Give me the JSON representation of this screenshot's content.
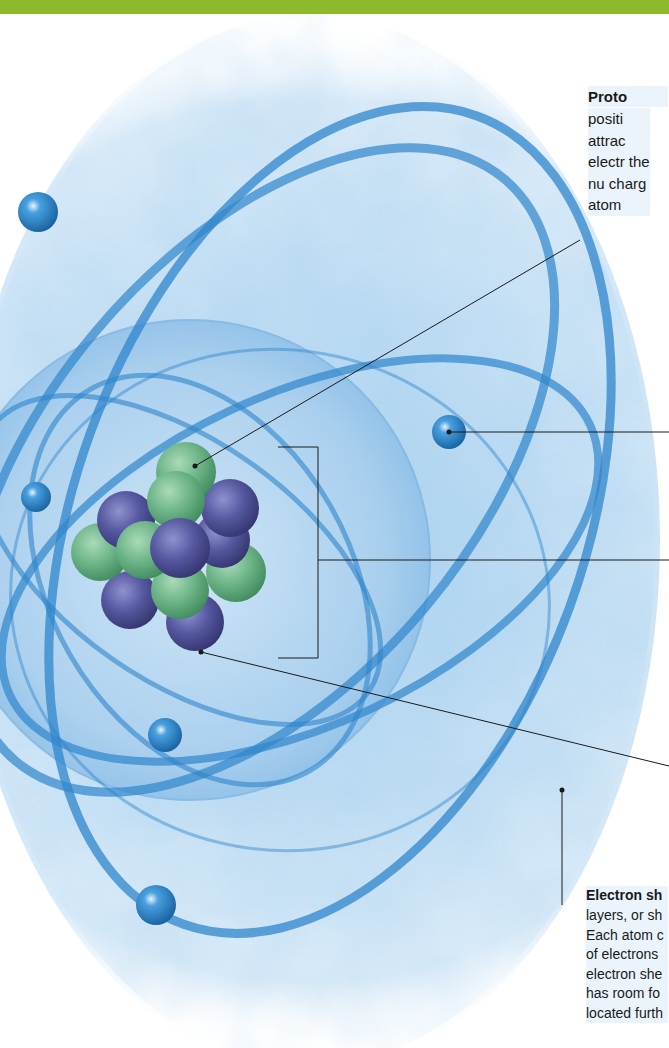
{
  "diagram": {
    "labels": [
      "Proto",
      "positi attrac electr the nu charg atom",
      "Electron sh",
      "layers, or sh Each atom c of electrons electron she has room fo located furth"
    ]
  }
}
